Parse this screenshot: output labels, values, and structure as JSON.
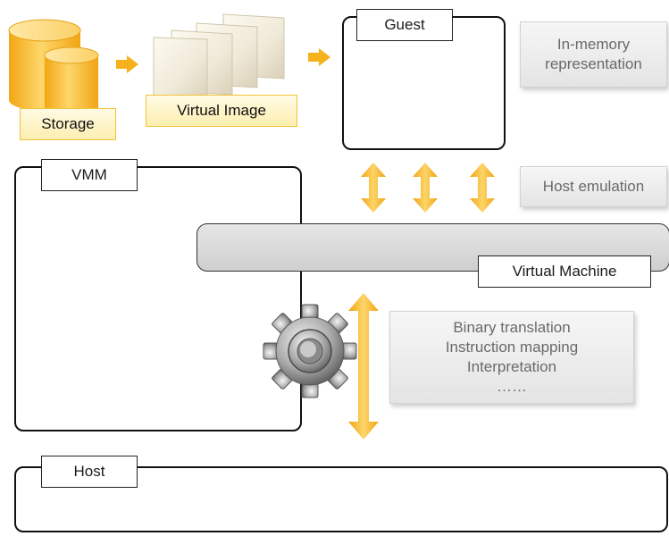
{
  "labels": {
    "storage": "Storage",
    "virtual_image": "Virtual Image",
    "guest": "Guest",
    "vmm": "VMM",
    "virtual_machine": "Virtual Machine",
    "host": "Host"
  },
  "notes": {
    "in_memory": [
      "In-memory",
      "representation"
    ],
    "host_emulation": "Host emulation",
    "techniques": [
      "Binary translation",
      "Instruction mapping",
      "Interpretation",
      "……"
    ]
  },
  "colors": {
    "arrow": "#f6b21c",
    "storage_cylinder": "#f5bb2b",
    "note_text": "#6a6a6a",
    "vm_bar": "#d8d8d8"
  },
  "icons": [
    "database-icon",
    "virtual-image-pages-icon",
    "gear-icon",
    "arrow-right-icon",
    "double-arrow-icon"
  ]
}
